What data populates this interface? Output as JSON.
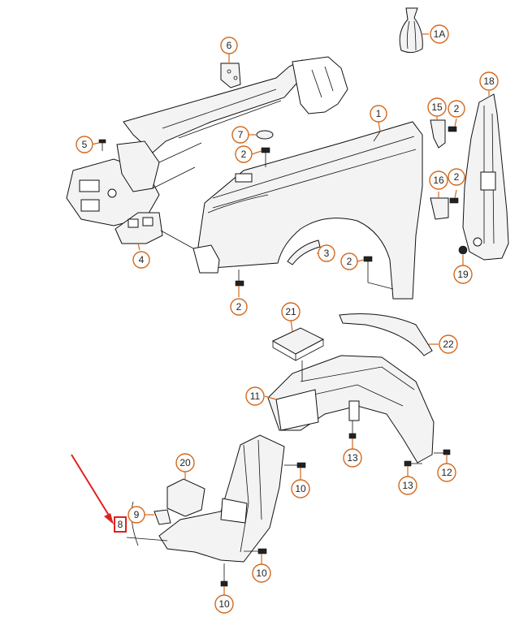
{
  "diagram": {
    "callouts": [
      {
        "id": "c-1a",
        "label": "1A"
      },
      {
        "id": "c-6",
        "label": "6"
      },
      {
        "id": "c-18",
        "label": "18"
      },
      {
        "id": "c-1",
        "label": "1"
      },
      {
        "id": "c-15",
        "label": "15"
      },
      {
        "id": "c-2a",
        "label": "2"
      },
      {
        "id": "c-5",
        "label": "5"
      },
      {
        "id": "c-7",
        "label": "7"
      },
      {
        "id": "c-2b",
        "label": "2"
      },
      {
        "id": "c-16",
        "label": "16"
      },
      {
        "id": "c-2c",
        "label": "2"
      },
      {
        "id": "c-4",
        "label": "4"
      },
      {
        "id": "c-3",
        "label": "3"
      },
      {
        "id": "c-2d",
        "label": "2"
      },
      {
        "id": "c-19",
        "label": "19"
      },
      {
        "id": "c-2e",
        "label": "2"
      },
      {
        "id": "c-21",
        "label": "21"
      },
      {
        "id": "c-22",
        "label": "22"
      },
      {
        "id": "c-11",
        "label": "11"
      },
      {
        "id": "c-13a",
        "label": "13"
      },
      {
        "id": "c-12",
        "label": "12"
      },
      {
        "id": "c-13b",
        "label": "13"
      },
      {
        "id": "c-20",
        "label": "20"
      },
      {
        "id": "c-10a",
        "label": "10"
      },
      {
        "id": "c-9",
        "label": "9"
      },
      {
        "id": "c-8",
        "label": "8",
        "highlighted": true
      },
      {
        "id": "c-10b",
        "label": "10"
      },
      {
        "id": "c-10c",
        "label": "10"
      }
    ],
    "highlight_color": "#e02020",
    "callout_color": "#d2691e"
  }
}
